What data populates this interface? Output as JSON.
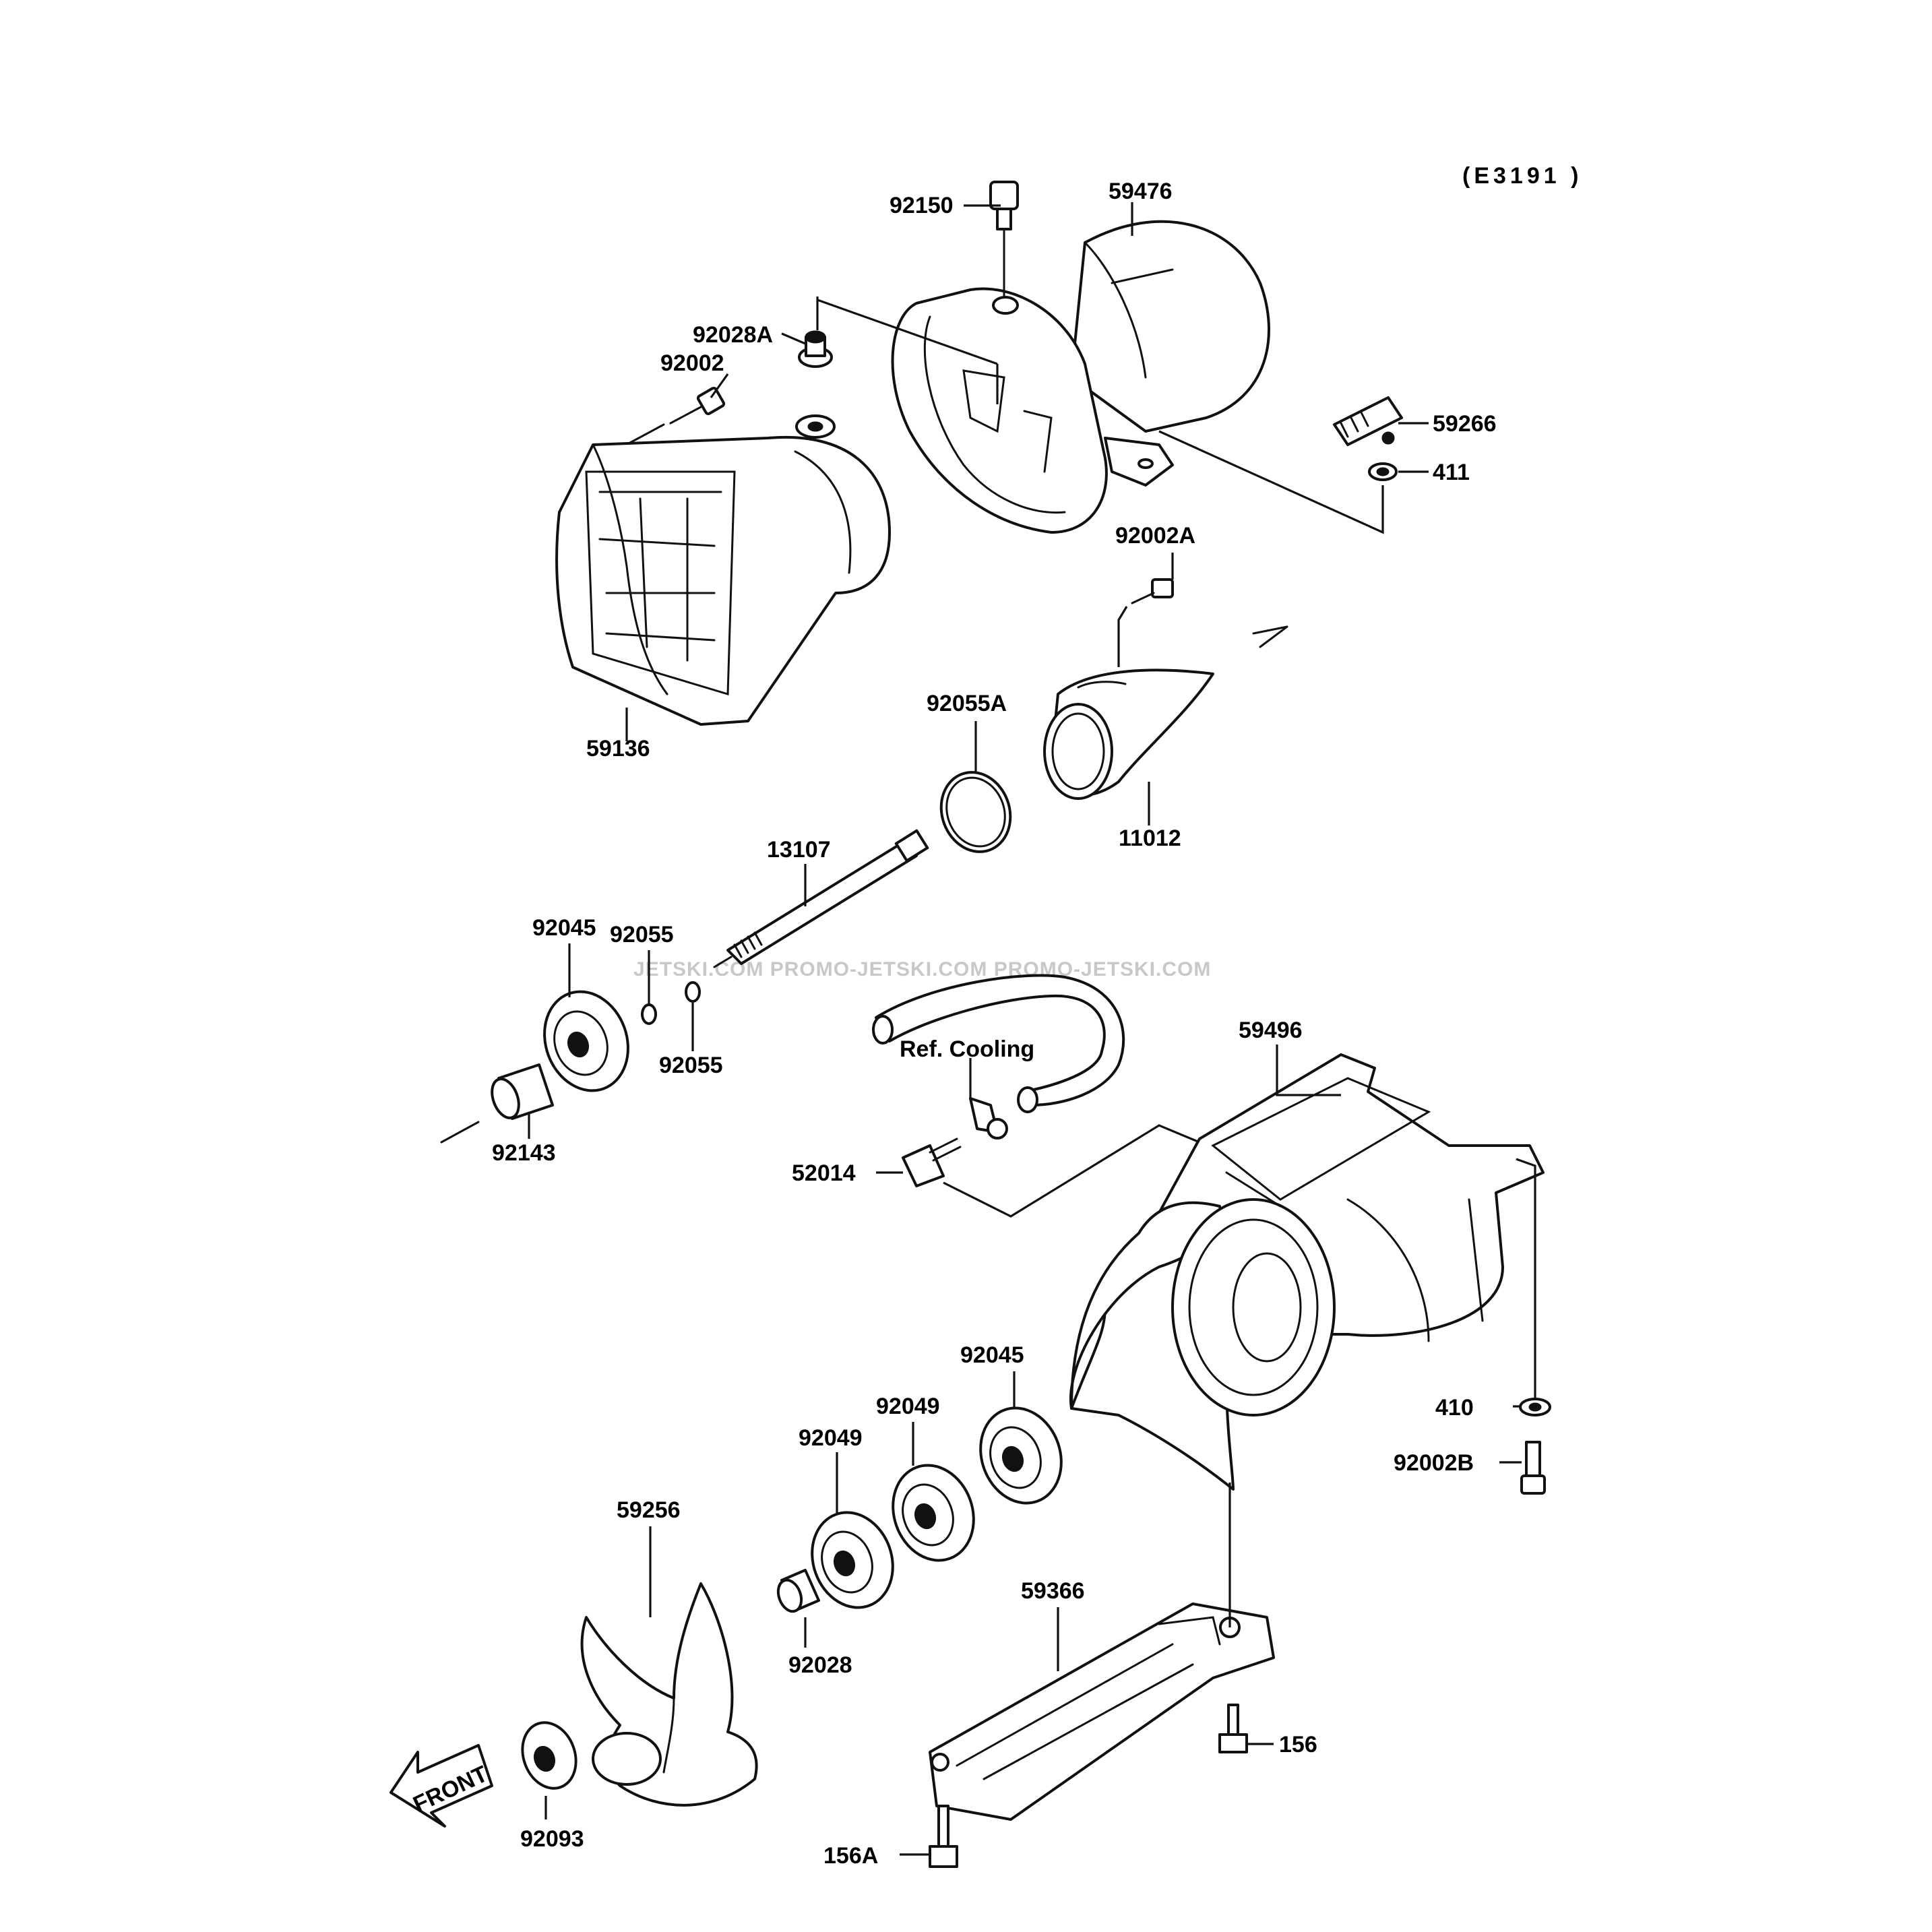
{
  "diagram": {
    "reference": "(E3191 )",
    "watermark": "JETSKI.COM  PROMO-JETSKI.COM  PROMO-JETSKI.COM",
    "note": "Ref. Cooling",
    "front_label": "FRONT"
  },
  "parts": [
    {
      "id": "92150",
      "label": "92150"
    },
    {
      "id": "59476",
      "label": "59476"
    },
    {
      "id": "92028A",
      "label": "92028A"
    },
    {
      "id": "92002",
      "label": "92002"
    },
    {
      "id": "59266",
      "label": "59266"
    },
    {
      "id": "411",
      "label": "411"
    },
    {
      "id": "92002A",
      "label": "92002A"
    },
    {
      "id": "59136",
      "label": "59136"
    },
    {
      "id": "92055A",
      "label": "92055A"
    },
    {
      "id": "11012",
      "label": "11012"
    },
    {
      "id": "13107",
      "label": "13107"
    },
    {
      "id": "92045a",
      "label": "92045"
    },
    {
      "id": "92055a",
      "label": "92055"
    },
    {
      "id": "92055b",
      "label": "92055"
    },
    {
      "id": "92143",
      "label": "92143"
    },
    {
      "id": "59496",
      "label": "59496"
    },
    {
      "id": "52014",
      "label": "52014"
    },
    {
      "id": "92045b",
      "label": "92045"
    },
    {
      "id": "92049a",
      "label": "92049"
    },
    {
      "id": "92049b",
      "label": "92049"
    },
    {
      "id": "410",
      "label": "410"
    },
    {
      "id": "92002B",
      "label": "92002B"
    },
    {
      "id": "59256",
      "label": "59256"
    },
    {
      "id": "59366",
      "label": "59366"
    },
    {
      "id": "92028",
      "label": "92028"
    },
    {
      "id": "156",
      "label": "156"
    },
    {
      "id": "92093",
      "label": "92093"
    },
    {
      "id": "156A",
      "label": "156A"
    }
  ]
}
